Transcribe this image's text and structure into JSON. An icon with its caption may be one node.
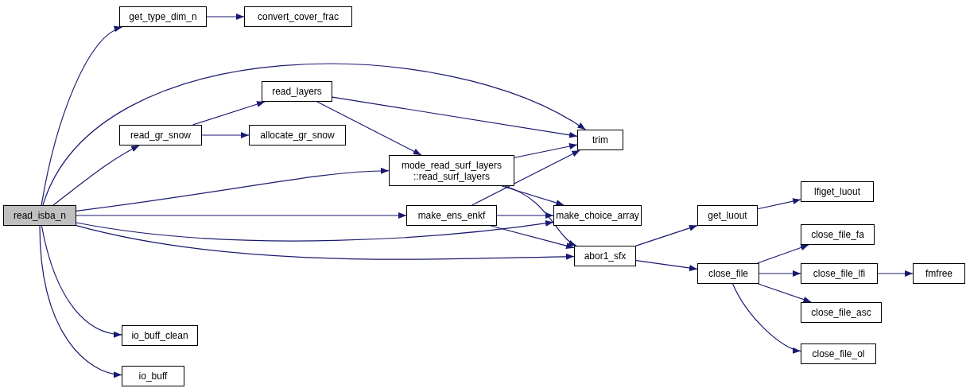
{
  "diagram": {
    "nodes": [
      {
        "text": [
          "read_isba_n"
        ]
      },
      {
        "text": [
          "get_type_dim_n"
        ]
      },
      {
        "text": [
          "convert_cover_frac"
        ]
      },
      {
        "text": [
          "read_layers"
        ]
      },
      {
        "text": [
          "read_gr_snow"
        ]
      },
      {
        "text": [
          "allocate_gr_snow"
        ]
      },
      {
        "text": [
          "mode_read_surf_layers ::read_surf_layers"
        ]
      },
      {
        "text": [
          "trim"
        ]
      },
      {
        "text": [
          "make_ens_enkf"
        ]
      },
      {
        "text": [
          "make_choice_array"
        ]
      },
      {
        "text": [
          "abor1_sfx"
        ]
      },
      {
        "text": [
          "get_luout"
        ]
      },
      {
        "text": [
          "lfiget_luout"
        ]
      },
      {
        "text": [
          "close_file"
        ]
      },
      {
        "text": [
          "close_file_fa"
        ]
      },
      {
        "text": [
          "close_file_lfi"
        ]
      },
      {
        "text": [
          "fmfree"
        ]
      },
      {
        "text": [
          "close_file_asc"
        ]
      },
      {
        "text": [
          "close_file_ol"
        ]
      },
      {
        "text": [
          "io_buff_clean"
        ]
      },
      {
        "text": [
          "io_buff"
        ]
      }
    ],
    "edges": [
      {
        "from": 0,
        "to": 1,
        "arrow": "to"
      },
      {
        "from": 0,
        "to": 7,
        "arrow": "to"
      },
      {
        "from": 0,
        "to": 4,
        "arrow": "to"
      },
      {
        "from": 0,
        "to": 6,
        "arrow": "to"
      },
      {
        "from": 0,
        "to": 8,
        "arrow": "to"
      },
      {
        "from": 0,
        "to": 9,
        "arrow": "to"
      },
      {
        "from": 0,
        "to": 10,
        "arrow": "to"
      },
      {
        "from": 0,
        "to": 19,
        "arrow": "to"
      },
      {
        "from": 0,
        "to": 20,
        "arrow": "to"
      },
      {
        "from": 1,
        "to": 2,
        "arrow": "to"
      },
      {
        "from": 4,
        "to": 3,
        "arrow": "to"
      },
      {
        "from": 4,
        "to": 5,
        "arrow": "to"
      },
      {
        "from": 3,
        "to": 7,
        "arrow": "to"
      },
      {
        "from": 3,
        "to": 6,
        "arrow": "to"
      },
      {
        "from": 6,
        "to": 7,
        "arrow": "to"
      },
      {
        "from": 6,
        "to": 9,
        "arrow": "to"
      },
      {
        "from": 6,
        "to": 10,
        "arrow": "to"
      },
      {
        "from": 8,
        "to": 7,
        "arrow": "to"
      },
      {
        "from": 8,
        "to": 9,
        "arrow": "to"
      },
      {
        "from": 8,
        "to": 10,
        "arrow": "to"
      },
      {
        "from": 10,
        "to": 11,
        "arrow": "to"
      },
      {
        "from": 10,
        "to": 13,
        "arrow": "to"
      },
      {
        "from": 11,
        "to": 12,
        "arrow": "to"
      },
      {
        "from": 13,
        "to": 14,
        "arrow": "to"
      },
      {
        "from": 13,
        "to": 15,
        "arrow": "to"
      },
      {
        "from": 13,
        "to": 17,
        "arrow": "to"
      },
      {
        "from": 13,
        "to": 18,
        "arrow": "to"
      },
      {
        "from": 15,
        "to": 16,
        "arrow": "to"
      }
    ]
  }
}
